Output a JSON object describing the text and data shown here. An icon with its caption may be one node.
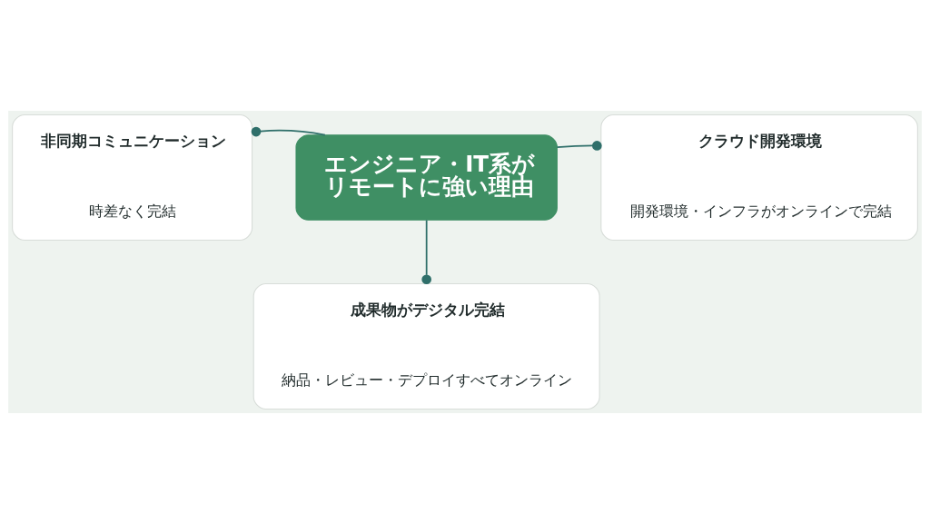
{
  "diagram": {
    "nodes": [
      {
        "text": [
          "エンジニア・IT系がリモートに強い理由"
        ]
      },
      {
        "text": [
          "非同期コミュニケーション",
          "時差なく完結"
        ]
      },
      {
        "text": [
          "クラウド開発環境",
          "開発環境・インフラがオンラインで完結"
        ]
      },
      {
        "text": [
          "成果物がデジタル完結",
          "納品・レビュー・デプロイすべてオンライン"
        ]
      }
    ],
    "edges": [
      {
        "from": 0,
        "to": 1,
        "arrow": "other"
      },
      {
        "from": 0,
        "to": 2,
        "arrow": "other"
      },
      {
        "from": 0,
        "to": 3,
        "arrow": "other"
      }
    ]
  }
}
